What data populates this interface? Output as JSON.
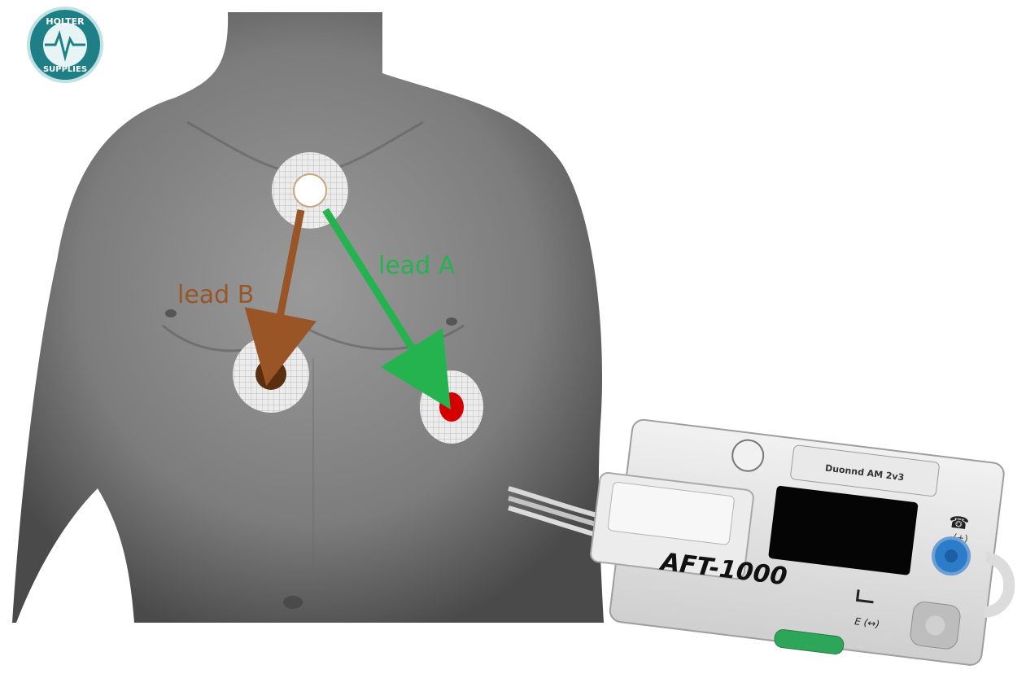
{
  "logo": {
    "text_top": "HOLTER",
    "text_bottom": "SUPPLIES",
    "color": "#1f7f86"
  },
  "leads": [
    {
      "id": "lead-a",
      "label": "lead A",
      "color": "#25b34f"
    },
    {
      "id": "lead-b",
      "label": "lead B",
      "color": "#9a5526"
    }
  ],
  "electrodes": [
    {
      "id": "top",
      "color": "#ffffff"
    },
    {
      "id": "brown",
      "color": "#5a2f0f"
    },
    {
      "id": "red",
      "color": "#d40000"
    }
  ],
  "device": {
    "model": "AFT-1000",
    "label_plate": "Duonnd AM 2v3",
    "phone_label": "(+)",
    "event_label": "E (↔)",
    "blue_button_color": "#2c7cc9",
    "green_button_color": "#2ea65a"
  }
}
